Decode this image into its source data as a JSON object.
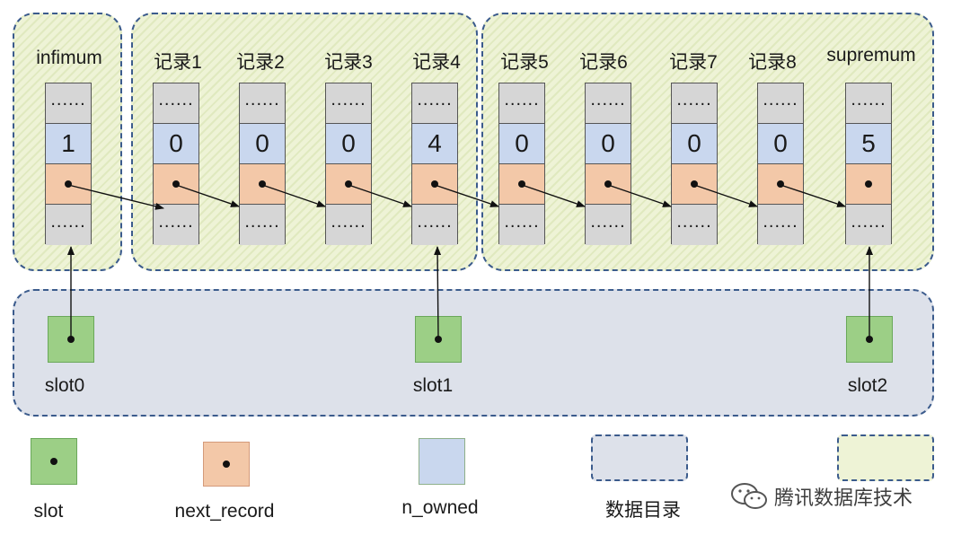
{
  "records": [
    {
      "label": "infimum",
      "n_owned": "1"
    },
    {
      "label": "记录1",
      "n_owned": "0"
    },
    {
      "label": "记录2",
      "n_owned": "0"
    },
    {
      "label": "记录3",
      "n_owned": "0"
    },
    {
      "label": "记录4",
      "n_owned": "4"
    },
    {
      "label": "记录5",
      "n_owned": "0"
    },
    {
      "label": "记录6",
      "n_owned": "0"
    },
    {
      "label": "记录7",
      "n_owned": "0"
    },
    {
      "label": "记录8",
      "n_owned": "0"
    },
    {
      "label": "supremum",
      "n_owned": "5"
    }
  ],
  "dots": "......",
  "slots": [
    {
      "label": "slot0"
    },
    {
      "label": "slot1"
    },
    {
      "label": "slot2"
    }
  ],
  "legend": {
    "slot": "slot",
    "next_record": "next_record",
    "n_owned": "n_owned",
    "directory": "数据目录",
    "group": ""
  },
  "watermark": "腾讯数据库技术",
  "colors": {
    "slot": "#9ccf86",
    "next_record": "#f3c8a8",
    "n_owned": "#c9d7ee",
    "padding": "#d6d6d6",
    "group": "#eef3d6",
    "directory": "#dde1ea",
    "border": "#3b5b8c"
  }
}
